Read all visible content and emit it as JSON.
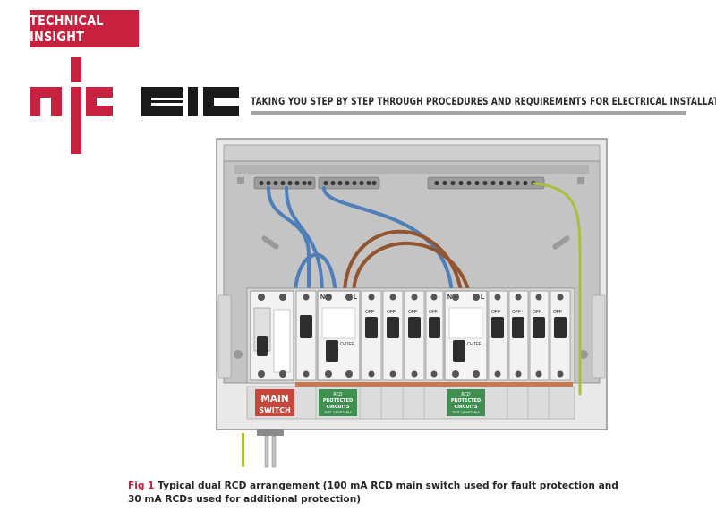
{
  "header": {
    "tag": "TECHNICAL INSIGHT",
    "tagline": "TAKING YOU STEP BY STEP THROUGH PROCEDURES AND REQUIREMENTS FOR ELECTRICAL INSTALLATIONS"
  },
  "logo": {
    "letters": "niceic",
    "primary_color": "#c8203f",
    "secondary_color": "#1a1a1a"
  },
  "diagram": {
    "main_switch": {
      "line1": "MAIN",
      "line2": "SWITCH"
    },
    "rcd_labels": [
      {
        "line1": "RCD",
        "line2": "PROTECTED",
        "line3": "CIRCUITS",
        "line4": "TEST QUARTERLY"
      },
      {
        "line1": "RCD",
        "line2": "PROTECTED",
        "line3": "CIRCUITS",
        "line4": "TEST QUARTERLY"
      }
    ],
    "terminal_n": "N",
    "terminal_l": "L",
    "off_label": "OFF",
    "rcd_off_label": "O-OFF",
    "colors": {
      "red_label": "#c8463a",
      "green_label": "#3f8f50",
      "blue_wire": "#4f7fb8",
      "brown_wire": "#93552f",
      "earth_wire": "#a8c03a"
    }
  },
  "caption": {
    "fig": "Fig 1",
    "text": "Typical dual RCD arrangement (100 mA RCD main switch used for fault protection and 30 mA RCDs used for additional protection)"
  }
}
